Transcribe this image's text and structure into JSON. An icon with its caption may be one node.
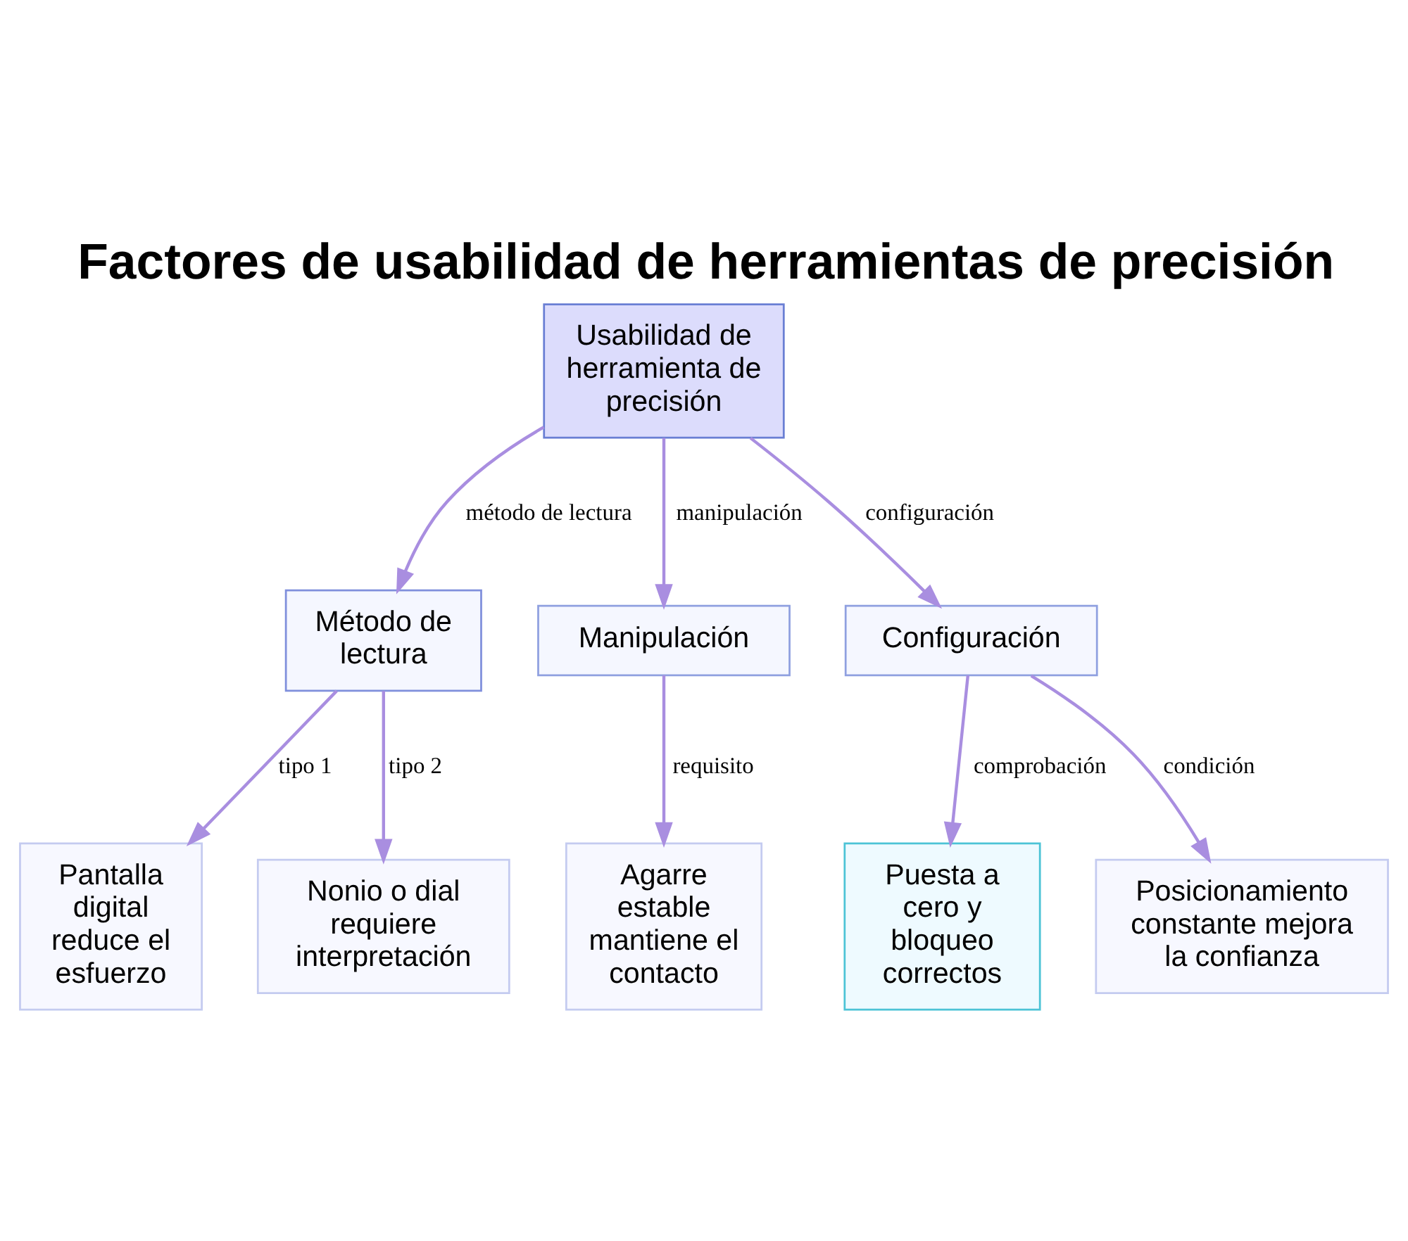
{
  "diagram": {
    "title": "Factores de usabilidad de herramientas de precisión",
    "nodes": [
      {
        "text": [
          "Usabilidad de herramienta de precisión"
        ]
      },
      {
        "text": [
          "Método de lectura"
        ]
      },
      {
        "text": [
          "Manipulación"
        ]
      },
      {
        "text": [
          "Configuración"
        ]
      },
      {
        "text": [
          "Pantalla digital reduce el esfuerzo"
        ]
      },
      {
        "text": [
          "Nonio o dial requiere interpretación"
        ]
      },
      {
        "text": [
          "Agarre estable mantiene el contacto"
        ]
      },
      {
        "text": [
          "Puesta a cero y bloqueo correctos"
        ]
      },
      {
        "text": [
          "Posicionamiento constante mejora la confianza"
        ]
      }
    ],
    "edges": [
      {
        "from": 0,
        "to": 1,
        "arrow": "to",
        "label": "método de lectura"
      },
      {
        "from": 0,
        "to": 2,
        "arrow": "to",
        "label": "manipulación"
      },
      {
        "from": 0,
        "to": 3,
        "arrow": "to",
        "label": "configuración"
      },
      {
        "from": 1,
        "to": 4,
        "arrow": "to",
        "label": "tipo 1"
      },
      {
        "from": 1,
        "to": 5,
        "arrow": "to",
        "label": "tipo 2"
      },
      {
        "from": 2,
        "to": 6,
        "arrow": "to",
        "label": "requisito"
      },
      {
        "from": 3,
        "to": 7,
        "arrow": "to",
        "label": "comprobación"
      },
      {
        "from": 3,
        "to": 8,
        "arrow": "to",
        "label": "condición"
      }
    ]
  }
}
